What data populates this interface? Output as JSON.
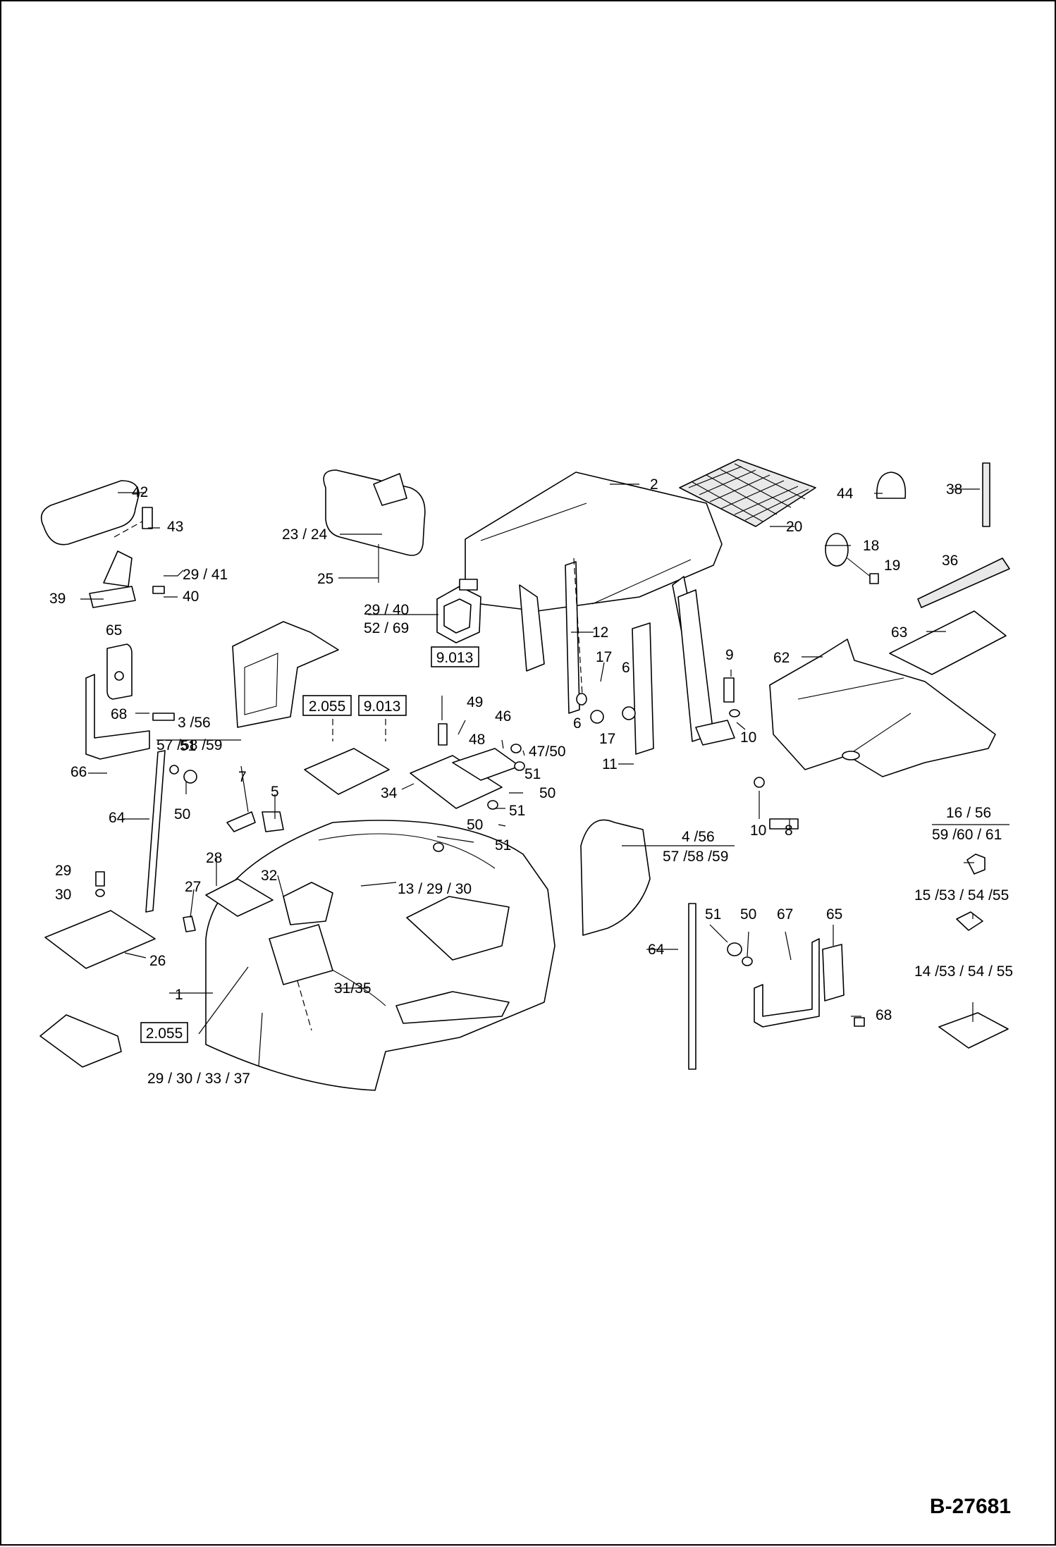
{
  "drawing_code": "B-27681",
  "callouts": {
    "c1": "1",
    "c2": "2",
    "c5": "5",
    "c6a": "6",
    "c6b": "6",
    "c7": "7",
    "c8": "8",
    "c9": "9",
    "c10a": "10",
    "c10b": "10",
    "c11": "11",
    "c12": "12",
    "c17a": "17",
    "c17b": "17",
    "c18": "18",
    "c19": "19",
    "c20": "20",
    "c25": "25",
    "c26": "26",
    "c27": "27",
    "c28": "28",
    "c29": "29",
    "c30": "30",
    "c32": "32",
    "c34": "34",
    "c36": "36",
    "c38": "38",
    "c39": "39",
    "c40": "40",
    "c42": "42",
    "c43": "43",
    "c44": "44",
    "c46": "46",
    "c48": "48",
    "c49": "49",
    "c50a": "50",
    "c50b": "50",
    "c50c": "50",
    "c50d": "50",
    "c51a": "51",
    "c51b": "51",
    "c51c": "51",
    "c51d": "51",
    "c51e": "51",
    "c62": "62",
    "c63": "63",
    "c64a": "64",
    "c64b": "64",
    "c65a": "65",
    "c65b": "65",
    "c66": "66",
    "c67": "67",
    "c68a": "68",
    "c68b": "68",
    "c23_24": "23  / 24",
    "c29_41": "29 / 41",
    "c29_40": "29 / 40",
    "c52_69": "52  / 69",
    "c3_56": "3 /56",
    "c57_58_59a": "57 /58 /59",
    "c47_50": "47/50",
    "c13_29_30": "13 / 29 / 30",
    "c31_35": "31/35",
    "c29_30_33_37": "29 / 30 / 33 / 37",
    "c4_56": "4 /56",
    "c57_58_59b": "57 /58 /59",
    "c16_56": "16 / 56",
    "c59_60_61": "59 /60 / 61",
    "c15_53_54_55": "15 /53 / 54 /55",
    "c14_53_54_55": "14 /53 / 54 / 55"
  },
  "references": {
    "r9013a": "9.013",
    "r9013b": "9.013",
    "r2055a": "2.055",
    "r2055b": "2.055"
  }
}
